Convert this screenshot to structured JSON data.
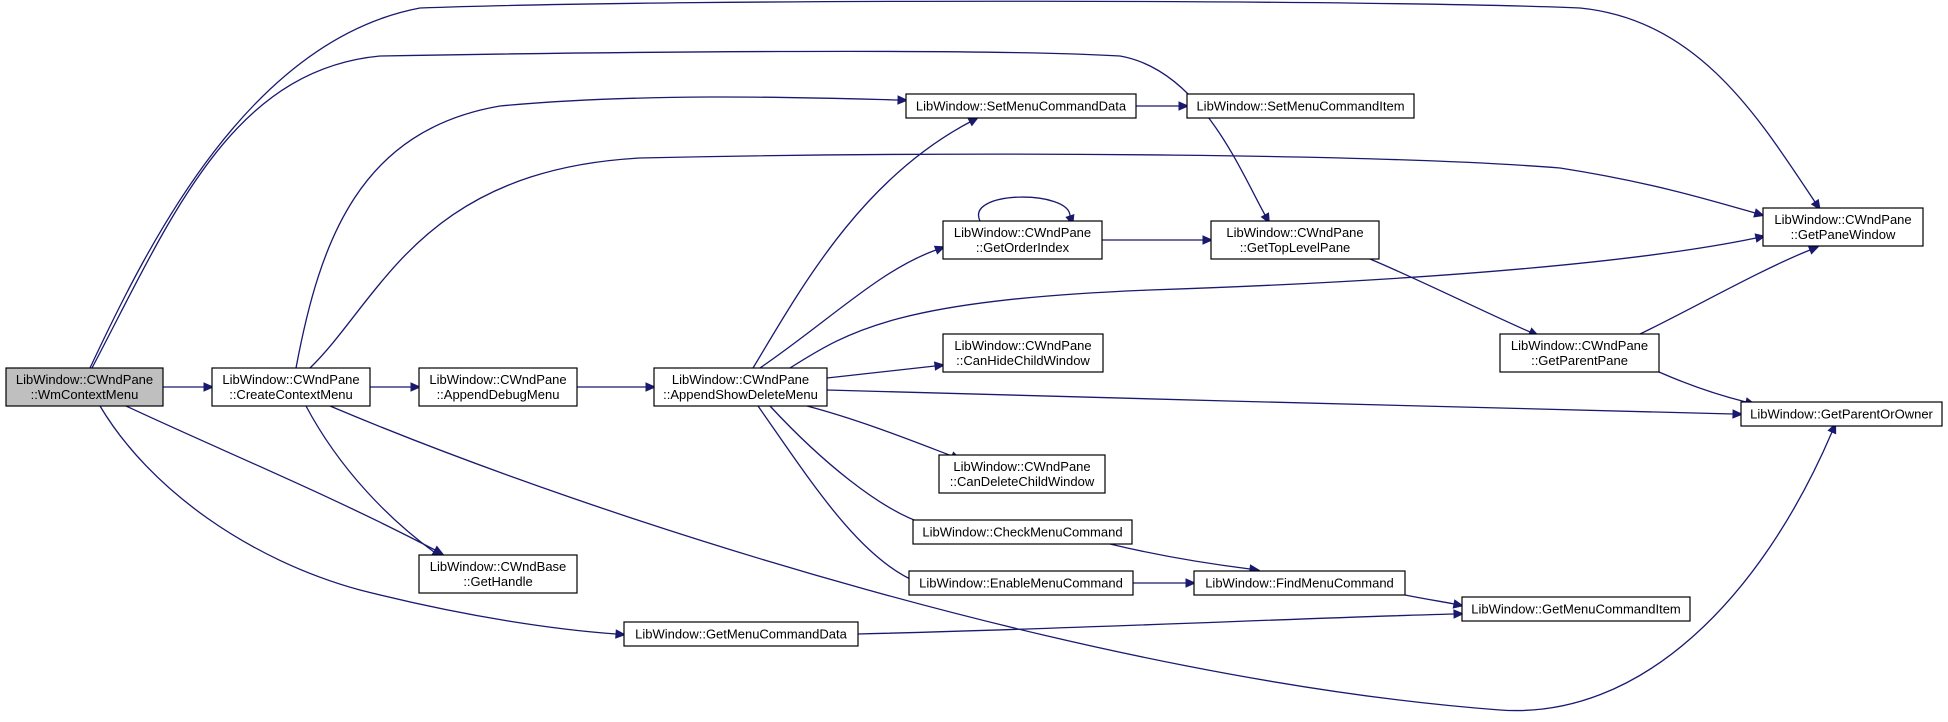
{
  "graph": {
    "nodes": [
      {
        "id": "n0",
        "lines": [
          "LibWindow::CWndPane",
          "::WmContextMenu"
        ],
        "root": true
      },
      {
        "id": "n1",
        "lines": [
          "LibWindow::CWndPane",
          "::CreateContextMenu"
        ]
      },
      {
        "id": "n2",
        "lines": [
          "LibWindow::CWndPane",
          "::AppendDebugMenu"
        ]
      },
      {
        "id": "n3",
        "lines": [
          "LibWindow::CWndPane",
          "::AppendShowDeleteMenu"
        ]
      },
      {
        "id": "n4",
        "lines": [
          "LibWindow::SetMenuCommandData"
        ]
      },
      {
        "id": "n5",
        "lines": [
          "LibWindow::SetMenuCommandItem"
        ]
      },
      {
        "id": "n6",
        "lines": [
          "LibWindow::CWndPane",
          "::GetOrderIndex"
        ]
      },
      {
        "id": "n7",
        "lines": [
          "LibWindow::CWndPane",
          "::GetTopLevelPane"
        ]
      },
      {
        "id": "n8",
        "lines": [
          "LibWindow::CWndPane",
          "::GetPaneWindow"
        ]
      },
      {
        "id": "n9",
        "lines": [
          "LibWindow::CWndPane",
          "::GetParentPane"
        ]
      },
      {
        "id": "n10",
        "lines": [
          "LibWindow::GetParentOrOwner"
        ]
      },
      {
        "id": "n11",
        "lines": [
          "LibWindow::CWndPane",
          "::CanHideChildWindow"
        ]
      },
      {
        "id": "n12",
        "lines": [
          "LibWindow::CWndPane",
          "::CanDeleteChildWindow"
        ]
      },
      {
        "id": "n13",
        "lines": [
          "LibWindow::CheckMenuCommand"
        ]
      },
      {
        "id": "n14",
        "lines": [
          "LibWindow::EnableMenuCommand"
        ]
      },
      {
        "id": "n15",
        "lines": [
          "LibWindow::FindMenuCommand"
        ]
      },
      {
        "id": "n16",
        "lines": [
          "LibWindow::GetMenuCommandItem"
        ]
      },
      {
        "id": "n17",
        "lines": [
          "LibWindow::CWndBase",
          "::GetHandle"
        ]
      },
      {
        "id": "n18",
        "lines": [
          "LibWindow::GetMenuCommandData"
        ]
      }
    ],
    "edges": [
      [
        "n0",
        "n1"
      ],
      [
        "n0",
        "n17"
      ],
      [
        "n0",
        "n18"
      ],
      [
        "n0",
        "n8"
      ],
      [
        "n0",
        "n7"
      ],
      [
        "n1",
        "n2"
      ],
      [
        "n1",
        "n4"
      ],
      [
        "n1",
        "n17"
      ],
      [
        "n1",
        "n8"
      ],
      [
        "n1",
        "n10"
      ],
      [
        "n2",
        "n3"
      ],
      [
        "n3",
        "n4"
      ],
      [
        "n3",
        "n6"
      ],
      [
        "n3",
        "n8"
      ],
      [
        "n3",
        "n11"
      ],
      [
        "n3",
        "n10"
      ],
      [
        "n3",
        "n12"
      ],
      [
        "n3",
        "n13"
      ],
      [
        "n3",
        "n14"
      ],
      [
        "n4",
        "n5"
      ],
      [
        "n6",
        "n6"
      ],
      [
        "n6",
        "n7"
      ],
      [
        "n7",
        "n9"
      ],
      [
        "n9",
        "n8"
      ],
      [
        "n9",
        "n10"
      ],
      [
        "n13",
        "n15"
      ],
      [
        "n14",
        "n15"
      ],
      [
        "n15",
        "n16"
      ],
      [
        "n18",
        "n16"
      ]
    ]
  }
}
